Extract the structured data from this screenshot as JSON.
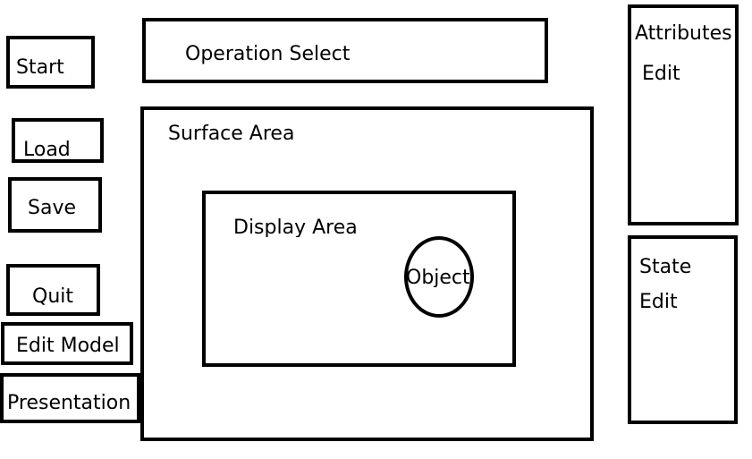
{
  "left_menu": {
    "start": "Start",
    "load": "Load",
    "save": "Save",
    "quit": "Quit",
    "edit_model": "Edit Model",
    "presentation": "Presentation"
  },
  "operation_select": "Operation Select",
  "surface_area": {
    "label": "Surface Area",
    "display_area": {
      "label": "Display Area",
      "object_label": "Object"
    }
  },
  "right_panels": {
    "attributes": {
      "line1": "Attributes",
      "line2": "Edit"
    },
    "state": {
      "line1": "State",
      "line2": "Edit"
    }
  }
}
